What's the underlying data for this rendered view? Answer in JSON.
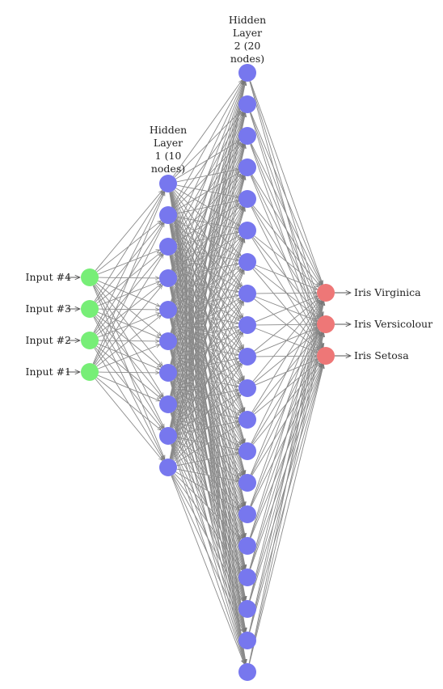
{
  "colors": {
    "input_node": "#77ee77",
    "hidden_node": "#7777ee",
    "output_node": "#ee7777",
    "edge": "#8a8a8a"
  },
  "layers": {
    "input": {
      "node_count": 4,
      "labels": [
        "Input #4",
        "Input #3",
        "Input #2",
        "Input #1"
      ]
    },
    "hidden1": {
      "node_count": 10,
      "header": [
        "Hidden",
        "Layer",
        "1 (10",
        "nodes)"
      ]
    },
    "hidden2": {
      "node_count": 20,
      "header": [
        "Hidden",
        "Layer",
        "2 (20",
        "nodes)"
      ]
    },
    "output": {
      "node_count": 3,
      "labels": [
        "Iris Virginica",
        "Iris Versicolour",
        "Iris Setosa"
      ]
    }
  }
}
